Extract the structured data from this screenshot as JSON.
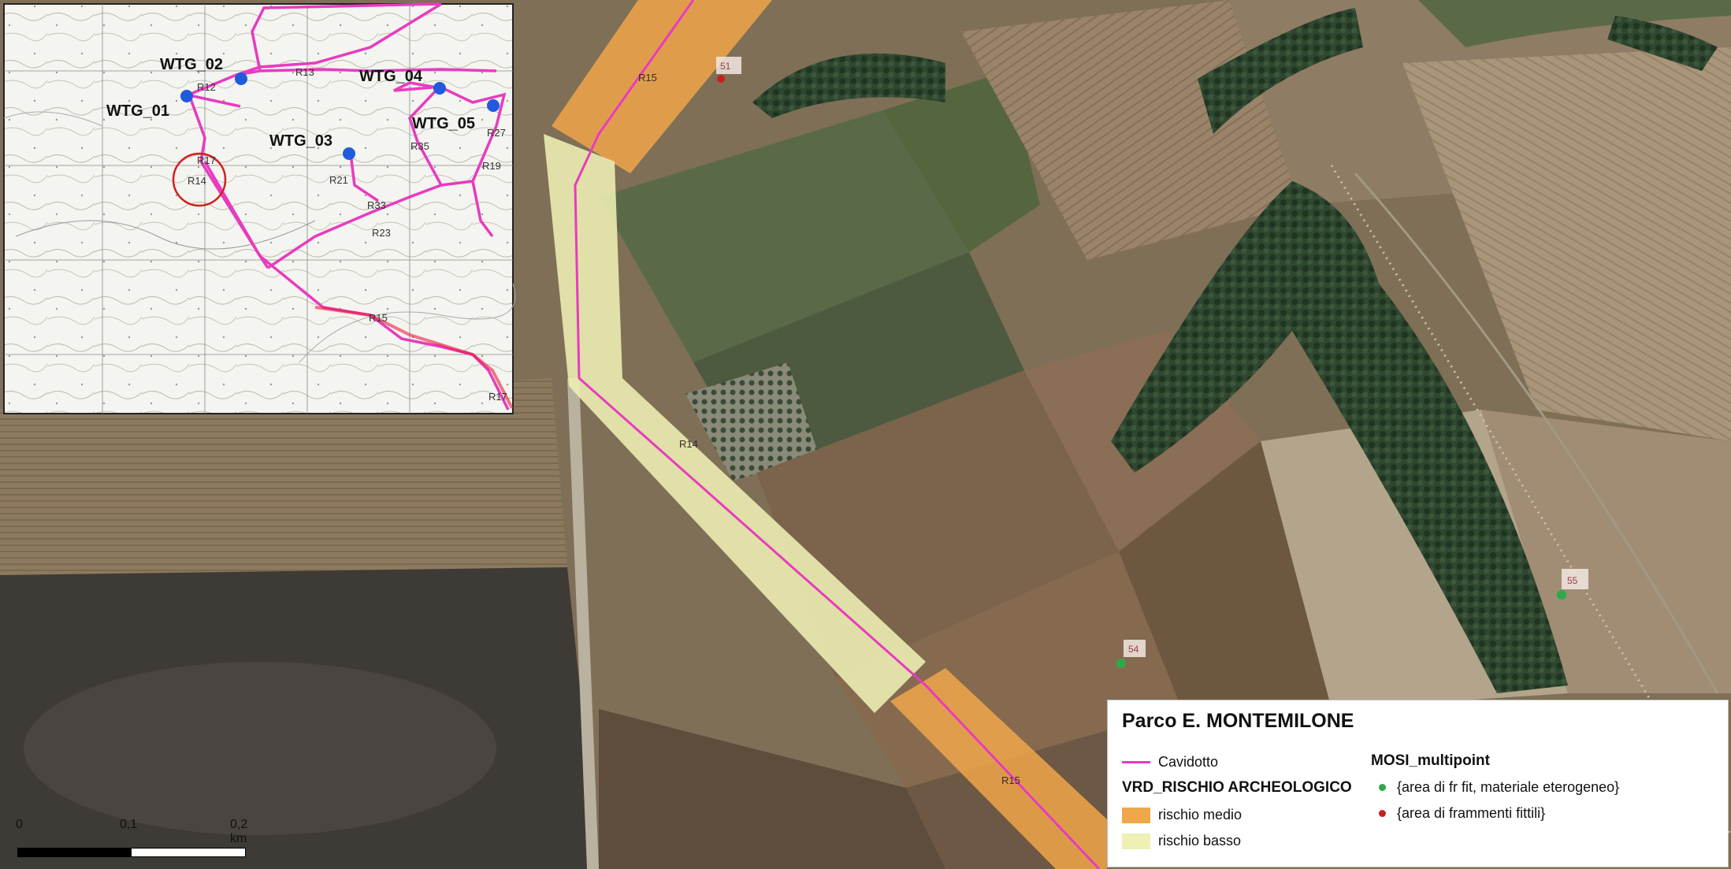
{
  "map": {
    "route_labels": [
      "R15",
      "R14",
      "R15"
    ],
    "poi_tags": [
      "51",
      "54",
      "55"
    ],
    "colors": {
      "cavidotto": "#e83bbf",
      "rischio_medio": "#f0a64a",
      "rischio_basso": "#eef0b4",
      "mosi_green": "#2ea84a",
      "mosi_red": "#c82020",
      "turbine_blue": "#1f5bdc",
      "circle_red": "#d02020"
    }
  },
  "inset": {
    "turbines": [
      "WTG_01",
      "WTG_02",
      "WTG_03",
      "WTG_04",
      "WTG_05"
    ],
    "route_labels": [
      "R12",
      "R13",
      "R17",
      "R14",
      "R21",
      "R33",
      "R35",
      "R27",
      "R19",
      "R23",
      "R15",
      "R17"
    ]
  },
  "legend": {
    "title": "Parco E. MONTEMILONE",
    "cavidotto_label": "Cavidotto",
    "vrd_title": "VRD_RISCHIO ARCHEOLOGICO",
    "rischio_medio_label": "rischio medio",
    "rischio_basso_label": "rischio basso",
    "mosi_title": "MOSI_multipoint",
    "mosi_green_label": "{area di fr fit, materiale eterogeneo}",
    "mosi_red_label": "{area di frammenti fittili}"
  },
  "scalebar": {
    "labels": [
      "0",
      "0,1",
      "0,2 km"
    ]
  }
}
